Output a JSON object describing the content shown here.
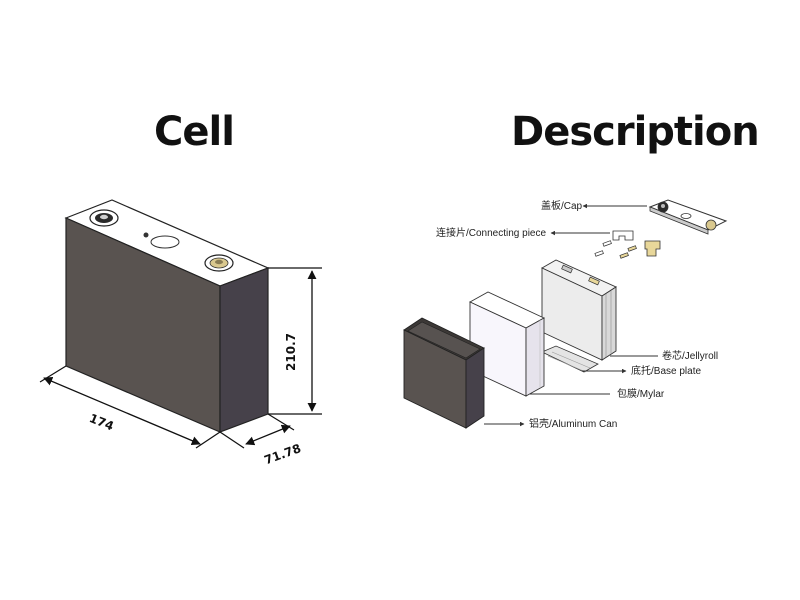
{
  "titles": {
    "cell": "Cell",
    "description": "Description"
  },
  "dimensions": {
    "length": "174",
    "height": "210.7",
    "thickness": "71.78"
  },
  "parts": {
    "cap": "盖板/Cap",
    "connecting_piece": "连接片/Connecting piece",
    "jellyroll": "卷芯/Jellyroll",
    "base_plate": "底托/Base plate",
    "mylar": "包膜/Mylar",
    "aluminum_can": "铝壳/Aluminum Can"
  },
  "colors": {
    "can_front": "#595350",
    "can_side": "#46414a",
    "outline": "#222222"
  }
}
